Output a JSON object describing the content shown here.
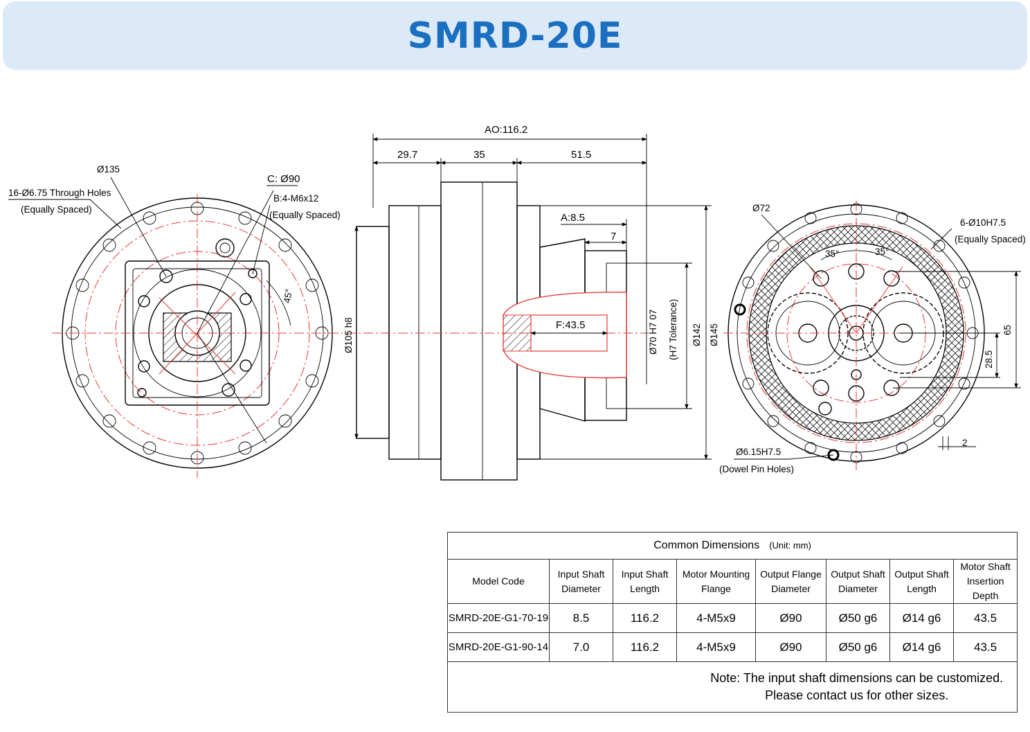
{
  "title": "SMRD-20E",
  "front_view": {
    "through_holes": "16-Ø6.75 Through Holes",
    "through_holes_note": "(Equally Spaced)",
    "d135": "Ø135",
    "c_label": "C: Ø90",
    "b_label": "B:4-M6x12",
    "b_note": "(Equally Spaced)",
    "angle": "45°"
  },
  "side_view": {
    "ao": "AO:116.2",
    "d1": "29.7",
    "d2": "35",
    "d3": "51.5",
    "a_label": "A:8.5",
    "d7": "7",
    "f_label": "F:43.5",
    "d105": "Ø105 h8",
    "d70": "Ø70 H7 07",
    "h7": "(H7 Tolerance)",
    "d142": "Ø142",
    "d145": "Ø145"
  },
  "rear_view": {
    "d72": "Ø72",
    "holes": "6-Ø10H7.5",
    "holes_note": "(Equally Spaced)",
    "angle1": "35°",
    "angle2": "35°",
    "d65": "65",
    "d28": "28.5",
    "d2": "2",
    "dowel": "Ø6.15H7.5",
    "dowel_note": "(Dowel Pin Holes)"
  },
  "table": {
    "caption": "Common Dimensions",
    "unit": "(Unit:  mm)",
    "headers": [
      [
        "Model Code"
      ],
      [
        "Input Shaft",
        "Diameter"
      ],
      [
        "Input Shaft",
        "Length"
      ],
      [
        "Motor Mounting",
        "Flange"
      ],
      [
        "Output Flange",
        "Diameter"
      ],
      [
        "Output Shaft",
        "Diameter"
      ],
      [
        "Output Shaft",
        "Length"
      ],
      [
        "Motor Shaft",
        "Insertion Depth"
      ]
    ],
    "rows": [
      [
        "SMRD-20E-G1-70-19",
        "8.5",
        "116.2",
        "4-M5x9",
        "Ø90",
        "Ø50 g6",
        "Ø14 g6",
        "43.5"
      ],
      [
        "SMRD-20E-G1-90-14",
        "7.0",
        "116.2",
        "4-M5x9",
        "Ø90",
        "Ø50 g6",
        "Ø14 g6",
        "43.5"
      ]
    ],
    "note_line1": "Note: The input shaft dimensions can be customized.",
    "note_line2": "Please contact us for other sizes."
  }
}
